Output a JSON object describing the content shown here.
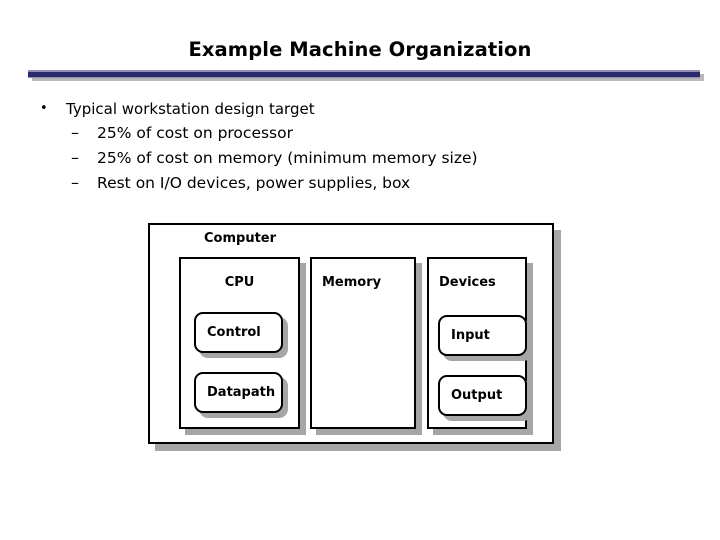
{
  "slide": {
    "title": "Example Machine Organization",
    "rule_color": "#2b2b6b",
    "rule_highlight_color": "#8f8fb5",
    "shadow_color": "#a6a6a6",
    "background_color": "#ffffff",
    "text_color": "#000000"
  },
  "bullets": [
    {
      "level": 0,
      "mark": "•",
      "text": "Typical workstation design target"
    },
    {
      "level": 1,
      "mark": "–",
      "text": "25% of cost on processor"
    },
    {
      "level": 1,
      "mark": "–",
      "text": "25% of cost on memory (minimum memory size)"
    },
    {
      "level": 1,
      "mark": "–",
      "text": "Rest on I/O devices, power supplies, box"
    }
  ],
  "diagram": {
    "outer_label": "Computer",
    "columns": [
      {
        "label": "CPU",
        "align": "centered"
      },
      {
        "label": "Memory",
        "align": "leftal"
      },
      {
        "label": "Devices",
        "align": "leftal"
      }
    ],
    "inner_boxes": [
      {
        "label": "Control"
      },
      {
        "label": "Datapath"
      },
      {
        "label": "Input"
      },
      {
        "label": "Output"
      }
    ]
  }
}
